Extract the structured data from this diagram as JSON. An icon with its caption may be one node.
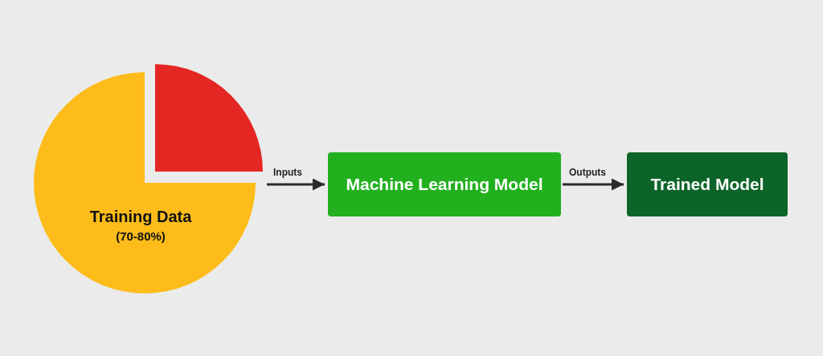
{
  "diagram": {
    "nodes": [
      {
        "text": [
          "Training Data",
          "(70-80%)"
        ]
      },
      {
        "text": [
          "Machine Learning Model"
        ]
      },
      {
        "text": [
          "Trained Model"
        ]
      }
    ],
    "edges": [
      {
        "from": 0,
        "to": 1,
        "arrow": "to",
        "label": "Inputs"
      },
      {
        "from": 1,
        "to": 2,
        "arrow": "to",
        "label": "Outputs"
      }
    ]
  }
}
